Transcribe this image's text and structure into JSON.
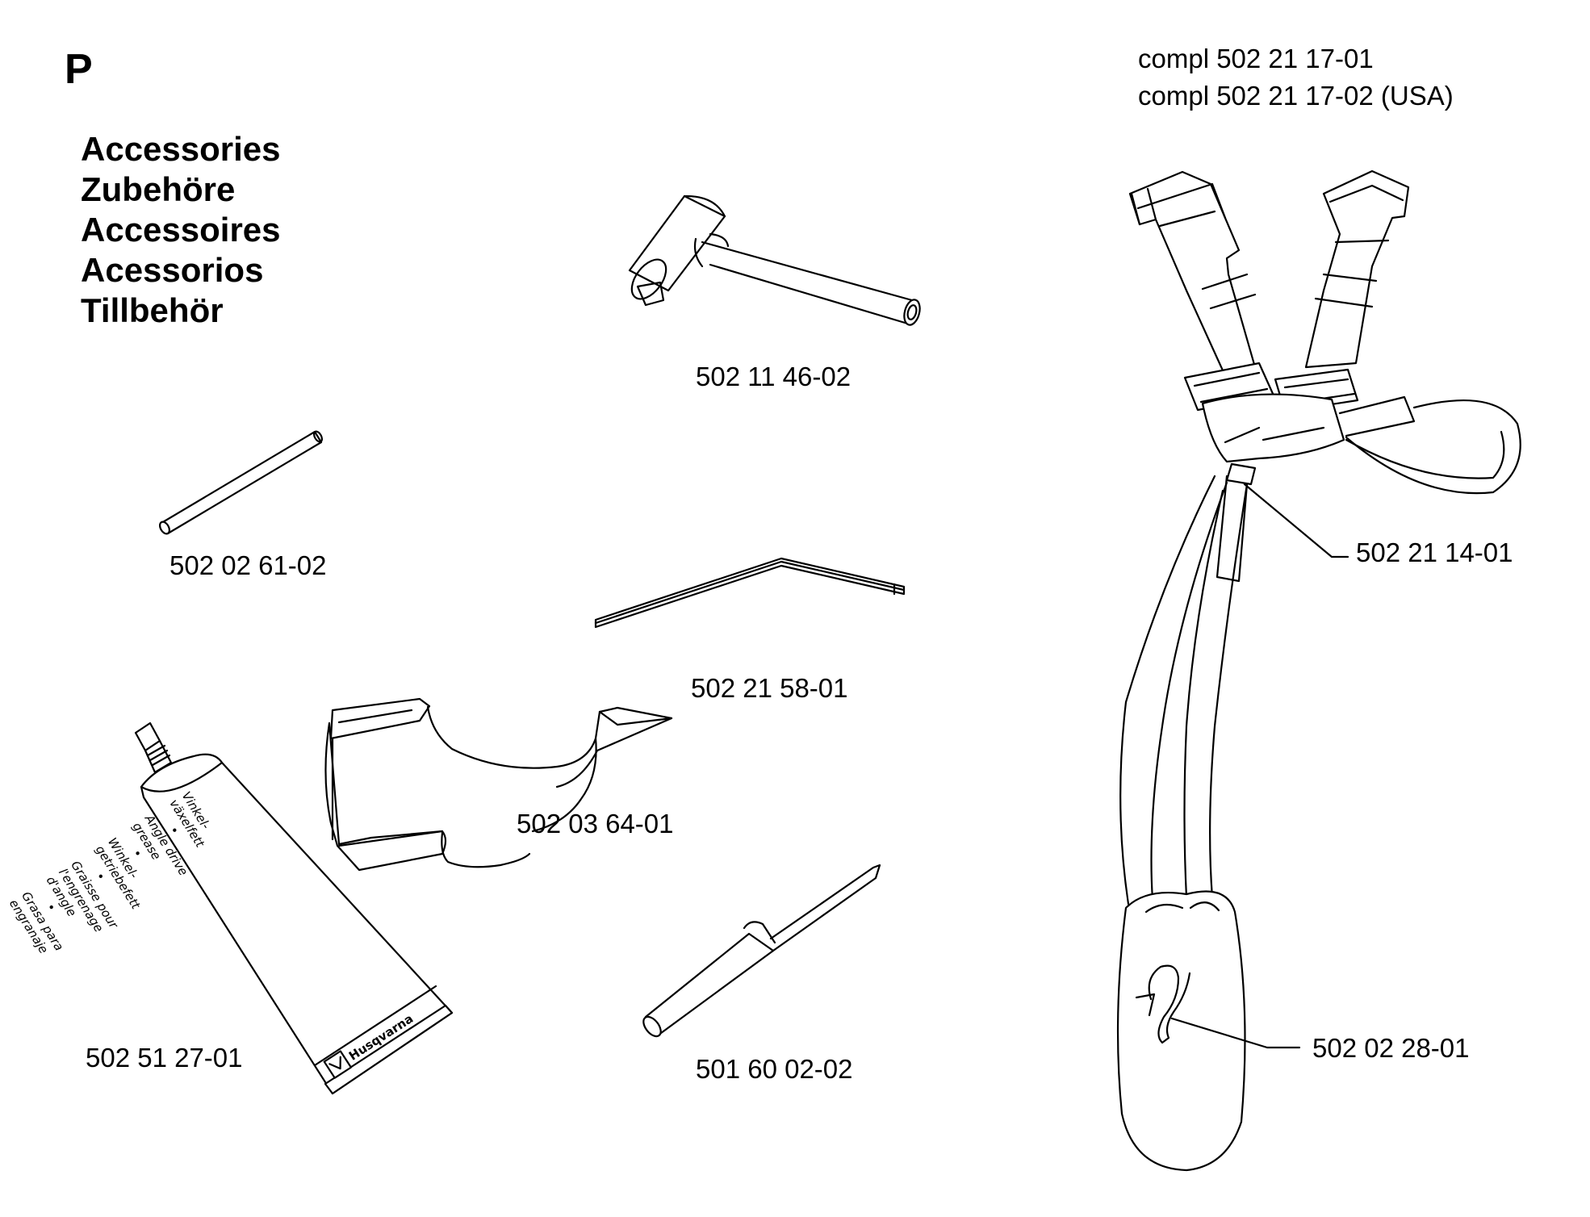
{
  "section_letter": "P",
  "titles": [
    "Accessories",
    "Zubehöre",
    "Accessoires",
    "Acessorios",
    "Tillbehör"
  ],
  "harness_complete": [
    "compl 502 21 17-01",
    "compl 502 21 17-02 (USA)"
  ],
  "parts": {
    "spark_plug_wrench": "502 11 46-02",
    "rod": "502 02 61-02",
    "hex_key": "502 21 58-01",
    "grease_tube": "502 51 27-01",
    "blade_guard": "502 03 64-01",
    "file_tool": "501 60 02-02",
    "harness_buckle": "502 21 14-01",
    "harness_hook_pad": "502 02 28-01"
  },
  "tube_label": [
    "Vinkel-",
    "växelfett",
    "•",
    "Angle drive",
    "grease",
    "•",
    "Winkel-",
    "getriebefett",
    "•",
    "Graisse pour",
    "l'engrenage",
    "d'angle",
    "•",
    "Grasa para",
    "engranaje"
  ],
  "tube_brand": "Husqvarna"
}
